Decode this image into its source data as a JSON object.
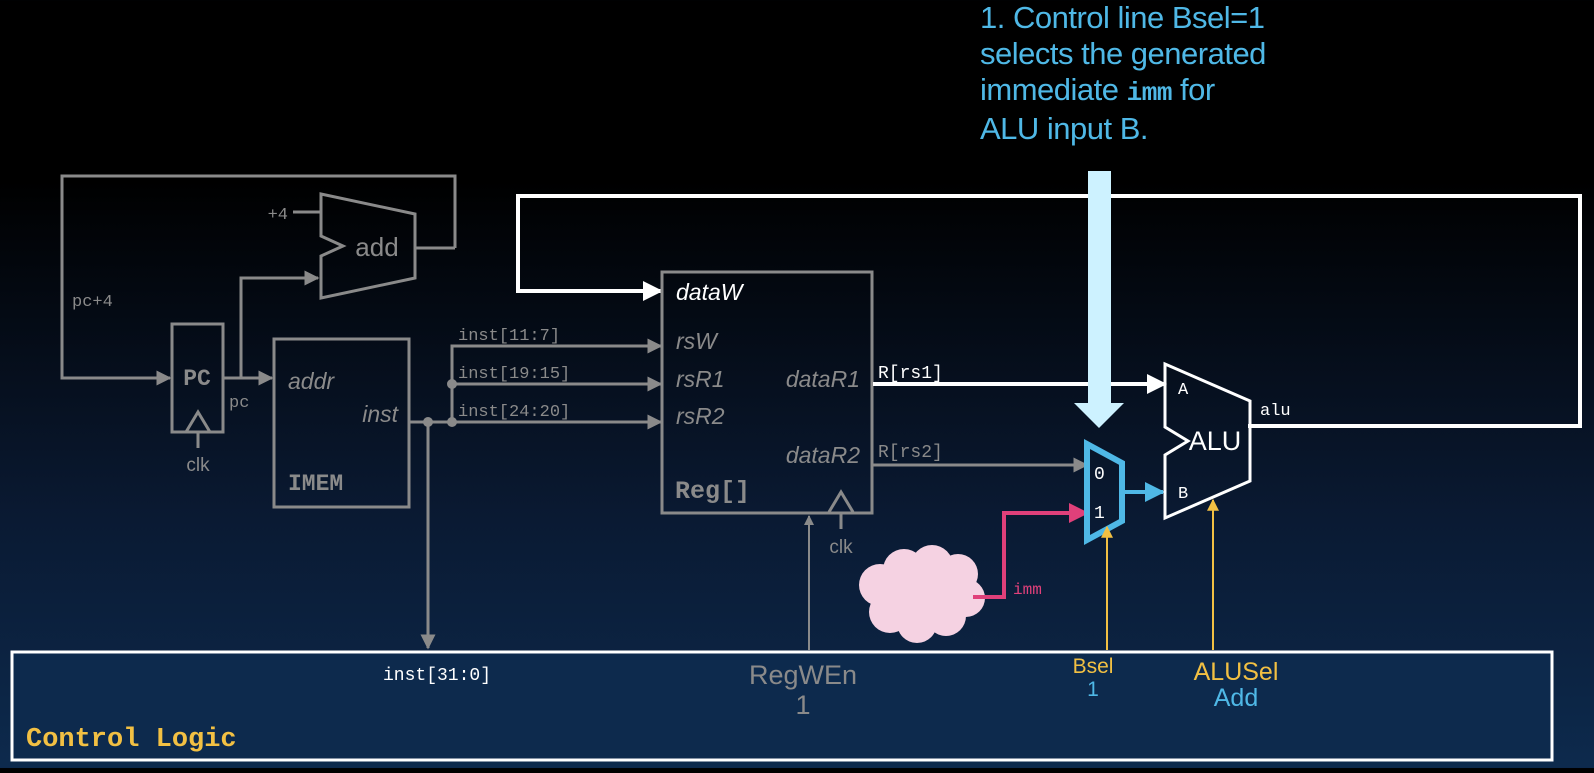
{
  "callout": {
    "line1": "1. Control line Bsel=1",
    "line2": "selects the generated",
    "line3_prefix": "immediate ",
    "line3_code": "imm",
    "line3_suffix": " for",
    "line4": "ALU input B."
  },
  "pc_block": {
    "label": "PC",
    "clk": "clk",
    "out_label": "pc",
    "feedback_label": "pc+4"
  },
  "adder": {
    "label": "add",
    "const": "+4"
  },
  "imem": {
    "addr": "addr",
    "inst": "inst",
    "name": "IMEM"
  },
  "inst_fields": {
    "rd": "inst[11:7]",
    "rs1": "inst[19:15]",
    "rs2": "inst[24:20]",
    "full": "inst[31:0]"
  },
  "regfile": {
    "dataW": "dataW",
    "rsW": "rsW",
    "rsR1": "rsR1",
    "rsR2": "rsR2",
    "dataR1": "dataR1",
    "dataR2": "dataR2",
    "name": "Reg[]",
    "clk": "clk",
    "out1": "R[rs1]",
    "out2": "R[rs2]"
  },
  "mux": {
    "in0": "0",
    "in1": "1"
  },
  "imm_label": "imm",
  "alu": {
    "label": "ALU",
    "inA": "A",
    "inB": "B",
    "out": "alu"
  },
  "control": {
    "title": "Control Logic",
    "regwen_label": "RegWEn",
    "regwen_value": "1",
    "bsel_label": "Bsel",
    "bsel_value": "1",
    "alusel_label": "ALUSel",
    "alusel_value": "Add"
  },
  "colors": {
    "grey": "#8a8a8a",
    "white": "#ffffff",
    "blue": "#4fb8e6",
    "yellow": "#f2c043",
    "pink": "#e0407a",
    "cloud": "#f5d2e2",
    "highlight_arrow": "#cdf2ff"
  }
}
